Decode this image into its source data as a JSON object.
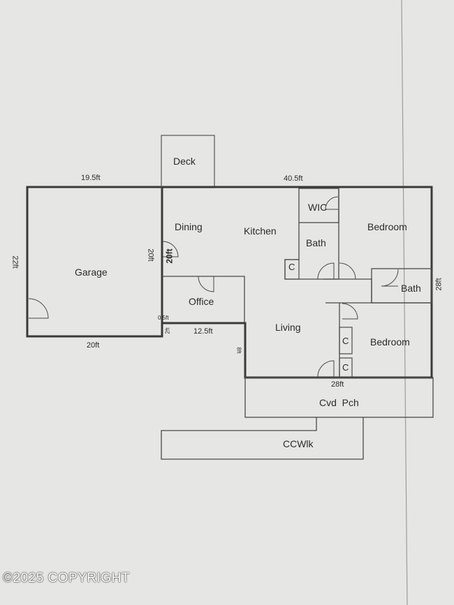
{
  "rooms": {
    "deck": "Deck",
    "garage": "Garage",
    "dining": "Dining",
    "kitchen": "Kitchen",
    "wic": "WIC",
    "bath_main": "Bath",
    "bedroom_top": "Bedroom",
    "bath_ensuite": "Bath",
    "office": "Office",
    "living": "Living",
    "bedroom_bottom": "Bedroom",
    "covered_porch": "Cvd  Pch",
    "walk": "CCWlk"
  },
  "closets": [
    "C",
    "C",
    "C"
  ],
  "dimensions": {
    "garage_top": "19.5ft",
    "garage_left": "22ft",
    "garage_bottom": "20ft",
    "garage_right": "20ft",
    "house_top": "40.5ft",
    "dining_height": "20ft",
    "house_right": "28ft",
    "house_bottom": "28ft",
    "office_bottom": "12.5ft",
    "office_corner": "0.5ft",
    "step": "2ft",
    "living_left": "8ft"
  },
  "copyright": "©2025 COPYRIGHT"
}
